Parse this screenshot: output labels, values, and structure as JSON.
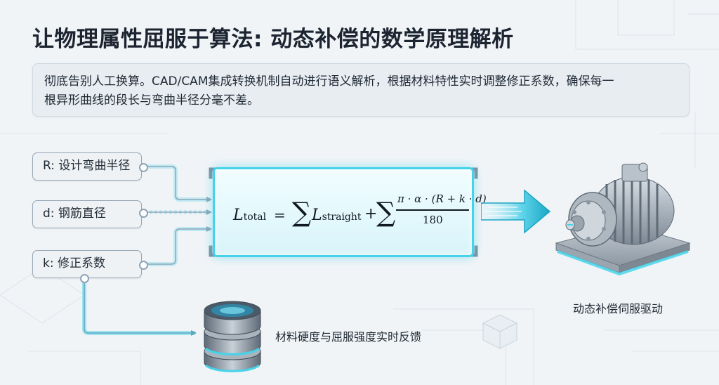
{
  "header": {
    "title": "让物理属性屈服于算法: 动态补偿的数学原理解析"
  },
  "summary": {
    "line1": "彻底告别人工换算。CAD/CAM集成转换机制自动进行语义解析，根据材料特性实时调整修正系数，确保每一",
    "line2": "根异形曲线的段长与弯曲半径分毫不差。"
  },
  "params": {
    "r": "R: 设计弯曲半径",
    "d": "d: 钢筋直径",
    "k": "k: 修正系数"
  },
  "formula": {
    "L": "L",
    "sub_total": "total",
    "eq": " = ",
    "sum": "∑",
    "sub_straight": "straight",
    "plus": "+",
    "numerator": "π · α · (R + k · d)",
    "denominator": "180"
  },
  "outputs": {
    "motor_label": "动态补偿伺服驱动",
    "database_label": "材料硬度与屈服强度实时反馈"
  },
  "colors": {
    "accent": "#45d3ea",
    "accent_dark": "#1aa6c4",
    "text": "#1b2430"
  },
  "icons": {
    "motor": "servo-motor-icon",
    "database": "database-icon",
    "arrow": "arrow-right-icon"
  }
}
